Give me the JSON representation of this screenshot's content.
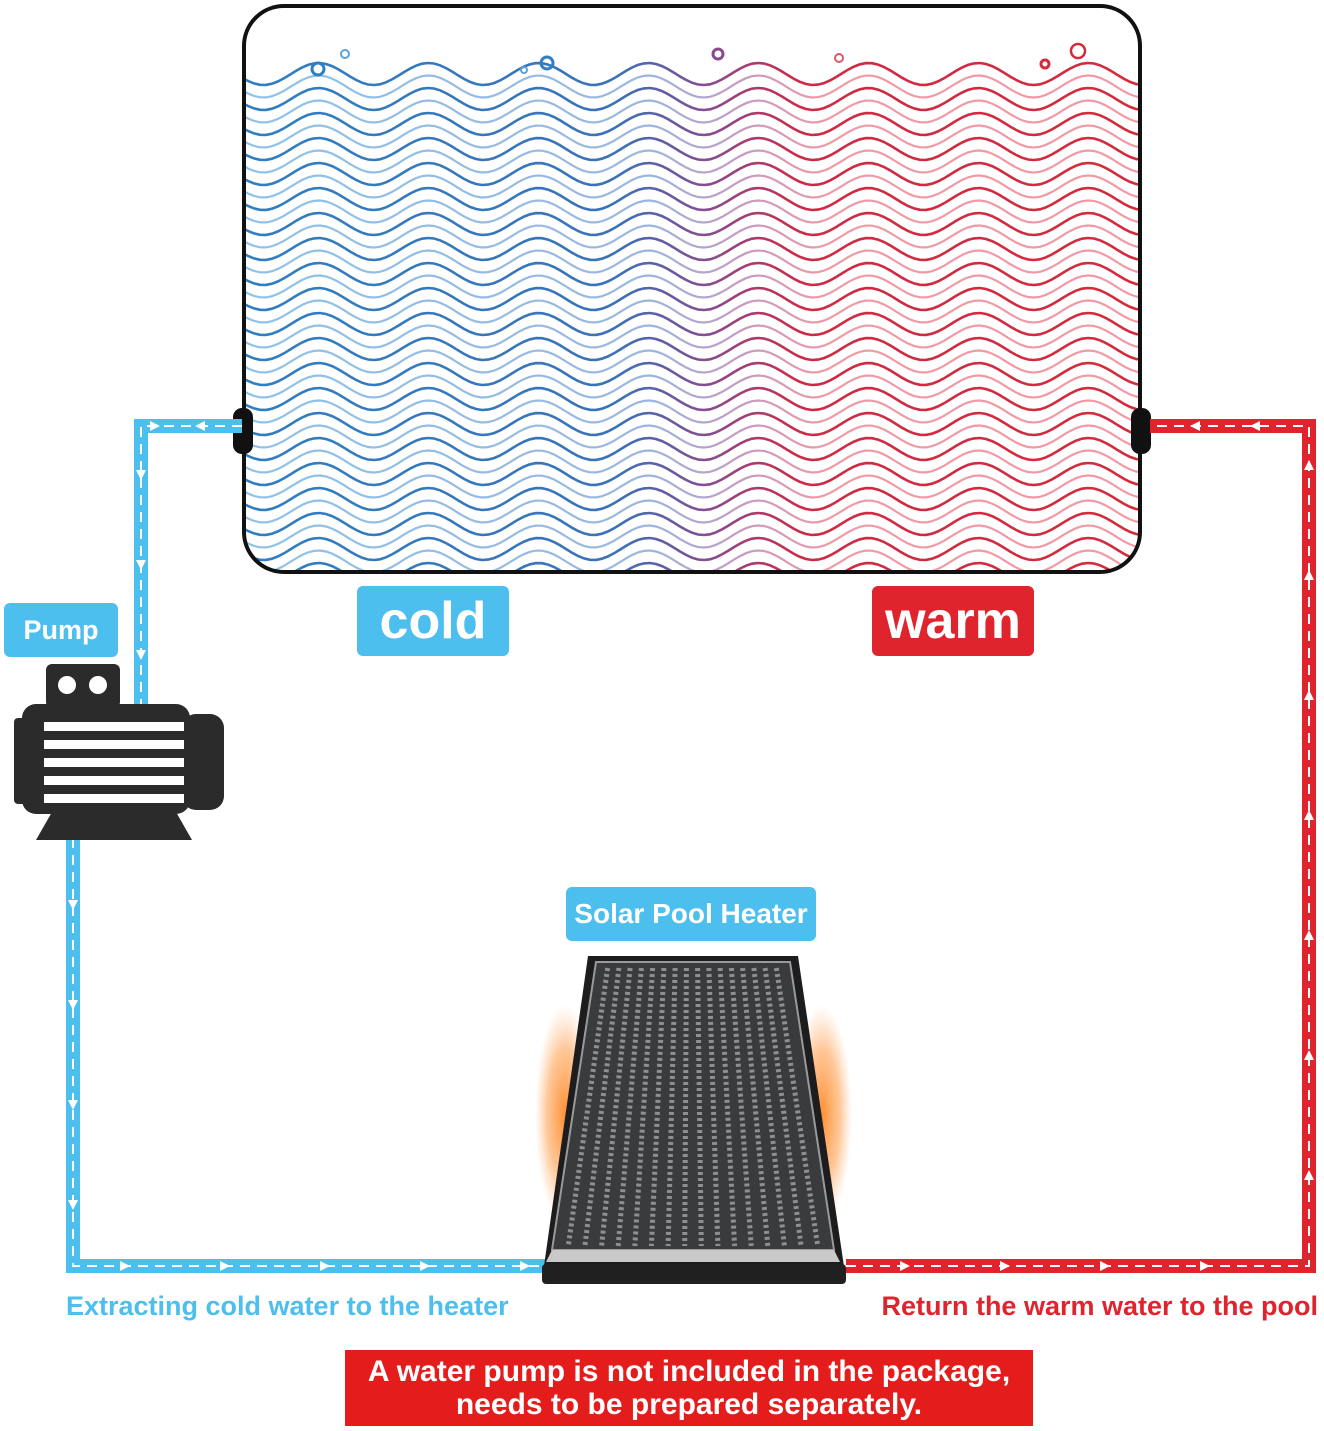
{
  "colors": {
    "cold": "#4cbfee",
    "cold_line": "#2f7fc2",
    "warm": "#e0242e",
    "warm_line": "#d42a3a",
    "dark": "#2b2b2b",
    "notice_bg": "#e51c1c"
  },
  "labels": {
    "pump": "Pump",
    "cold": "cold",
    "warm": "warm",
    "heater": "Solar Pool Heater"
  },
  "captions": {
    "extract": "Extracting cold water to the heater",
    "return": "Return the warm water to the pool"
  },
  "notice": {
    "line1": "A water pump is not included in the package,",
    "line2": "needs to be prepared separately."
  },
  "icons": {
    "pump": "water-pump-icon",
    "pool": "pool-water-waves",
    "heater": "solar-heater-panel"
  }
}
